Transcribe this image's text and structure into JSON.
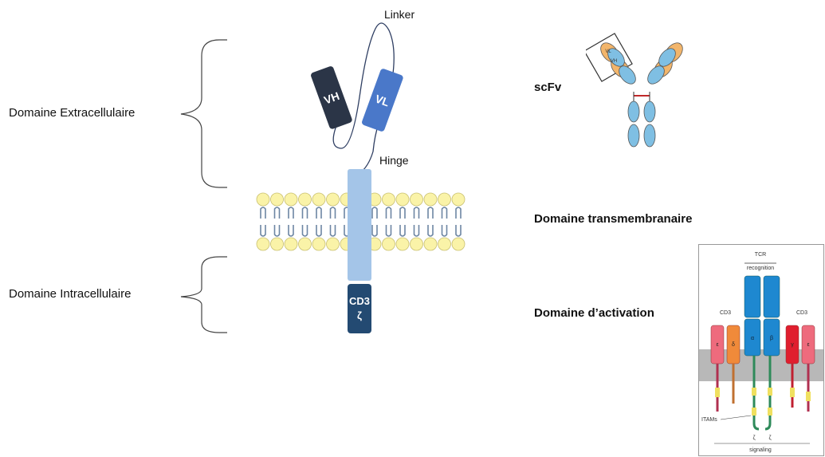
{
  "left_labels": {
    "extracellular": "Domaine Extracellulaire",
    "intracellular": "Domaine Intracellulaire"
  },
  "car": {
    "linker": "Linker",
    "hinge": "Hinge",
    "vh": "VH",
    "vl": "VL",
    "cd3_line1": "CD3",
    "cd3_line2": "ζ"
  },
  "right_labels": {
    "scfv": "scFv",
    "transmembrane": "Domaine transmembranaire",
    "activation": "Domaine d’activation"
  },
  "antibody_icon": {
    "vl": "VL",
    "vh": "VH"
  },
  "tcr_figure": {
    "tcr": "TCR",
    "recognition": "recognition",
    "cd3_left": "CD3",
    "cd3_right": "CD3",
    "chain_epsilon": "ε",
    "chain_delta": "δ",
    "chain_alpha": "α",
    "chain_beta": "β",
    "chain_gamma": "γ",
    "itams": "ITAMs",
    "zeta": "ζ",
    "signaling": "signaling"
  },
  "colors": {
    "vh": "#2b3547",
    "vl": "#4a78c9",
    "tm": "#a4c5e8",
    "cd3z": "#234a72",
    "lipid_head": "#faf3a8",
    "lipid_tail": "#6d86a3"
  }
}
